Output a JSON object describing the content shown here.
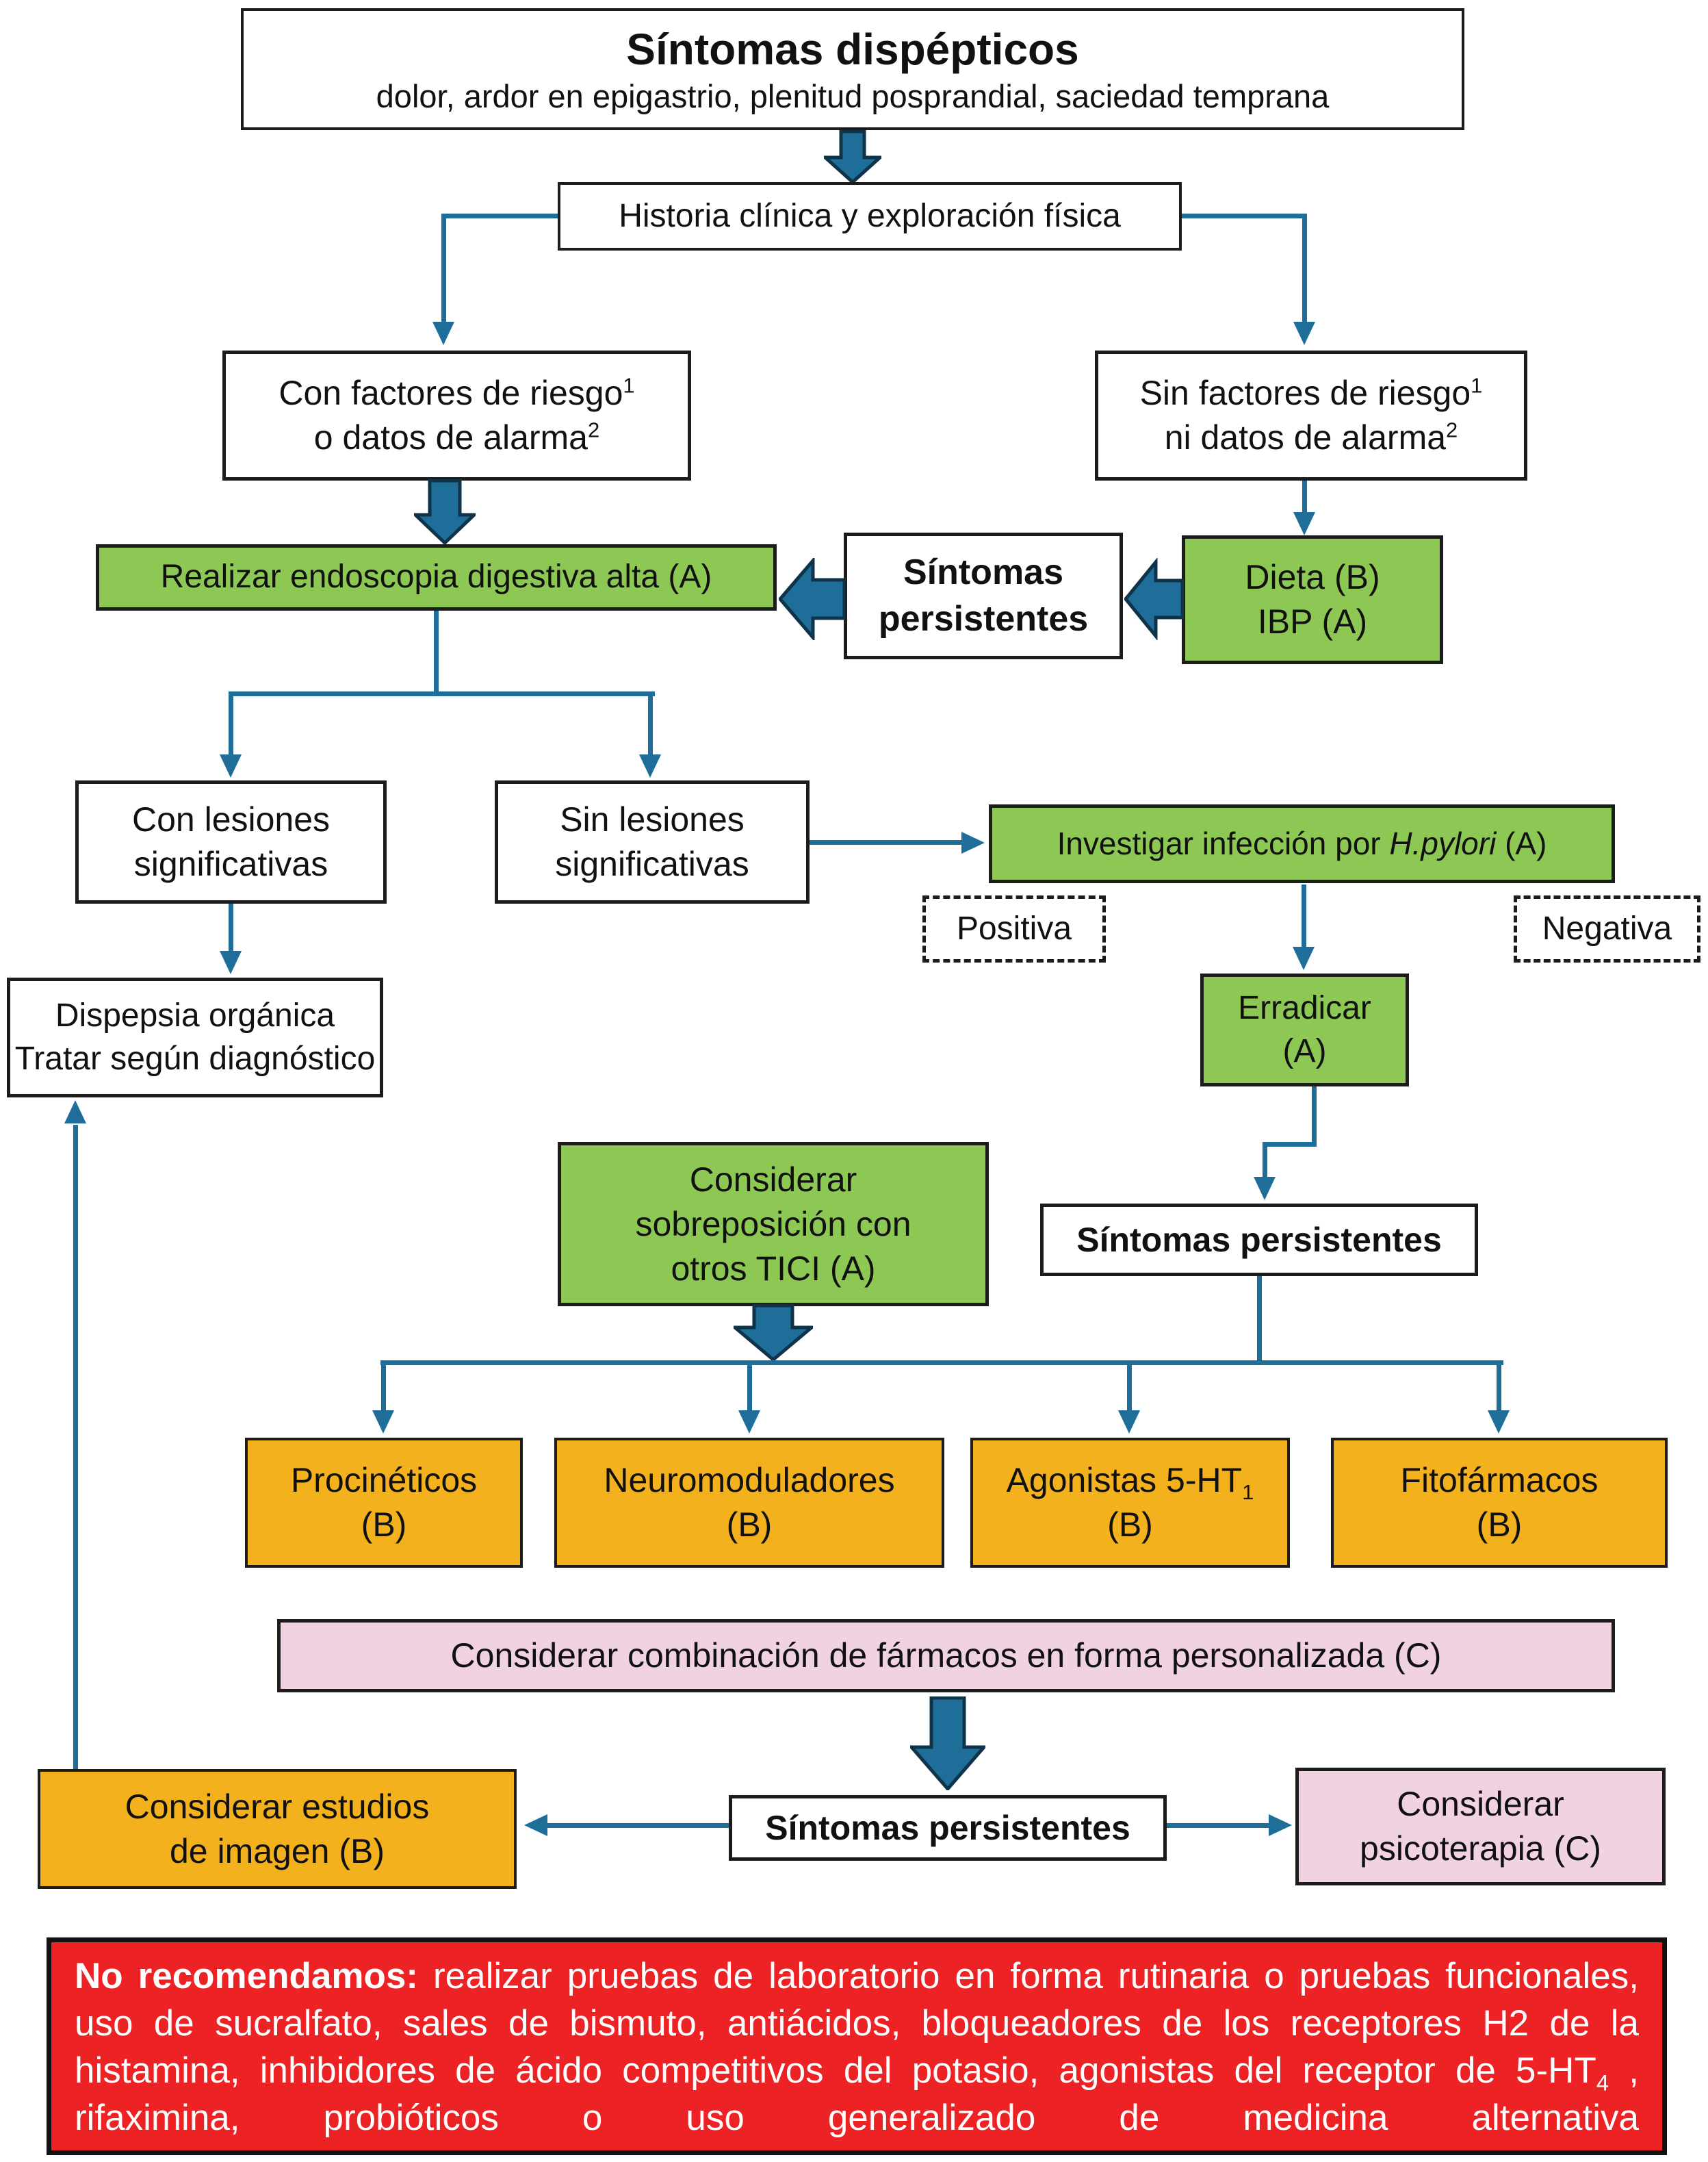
{
  "d": {
    "title": {
      "heading": "Síntomas dispépticos",
      "subtitle": "dolor, ardor en epigastrio, plenitud posprandial, saciedad temprana"
    },
    "historia": {
      "label": "Historia clínica y exploración física"
    },
    "con_factores": {
      "line1": "Con factores de riesgo",
      "sup1": "1",
      "line2": "o datos de alarma",
      "sup2": "2"
    },
    "sin_factores": {
      "line1": "Sin factores de riesgo",
      "sup1": "1",
      "line2": "ni datos de alarma",
      "sup2": "2"
    },
    "endoscopia": {
      "label": "Realizar endoscopia digestiva alta (A)"
    },
    "sintomas1": {
      "line1": "Síntomas",
      "line2": "persistentes"
    },
    "dieta": {
      "line1": "Dieta (B)",
      "line2": "IBP (A)"
    },
    "con_lesiones": {
      "line1": "Con lesiones",
      "line2": "significativas"
    },
    "sin_lesiones": {
      "line1": "Sin lesiones",
      "line2": "significativas"
    },
    "investigar": {
      "pre": "Investigar infección por ",
      "italic": "H.pylori",
      "post": " (A)"
    },
    "positiva": {
      "label": "Positiva"
    },
    "negativa": {
      "label": "Negativa"
    },
    "erradicar": {
      "line1": "Erradicar",
      "line2": "(A)"
    },
    "dispepsia": {
      "line1": "Dispepsia orgánica",
      "line2": "Tratar según diagnóstico"
    },
    "tici": {
      "line1": "Considerar",
      "line2": "sobreposición con",
      "line3": "otros TICI (A)"
    },
    "sintomas2": {
      "label": "Síntomas persistentes"
    },
    "procineticos": {
      "line1": "Procinéticos",
      "line2": "(B)"
    },
    "neuromoduladores": {
      "line1": "Neuromoduladores",
      "line2": "(B)"
    },
    "agonistas": {
      "line1_pre": "Agonistas 5-HT",
      "line1_sub": "1",
      "line2": "(B)"
    },
    "fitofarmacos": {
      "line1": "Fitofármacos",
      "line2": "(B)"
    },
    "combinacion": {
      "label": "Considerar combinación de fármacos en forma personalizada (C)"
    },
    "estudios": {
      "line1": "Considerar estudios",
      "line2": "de imagen (B)"
    },
    "sintomas3": {
      "label": "Síntomas persistentes"
    },
    "psicoterapia": {
      "line1": "Considerar",
      "line2": "psicoterapia (C)"
    },
    "aviso": {
      "bold": "No recomendamos:",
      "before_sub": " realizar pruebas de laboratorio en forma rutinaria o pruebas funcionales, uso de sucralfato, sales de bismuto, antiácidos, bloqueadores de los receptores H2 de la histamina, inhibidores de ácido competitivos del potasio, agonistas del receptor de 5-HT",
      "sub": "4",
      "after_sub": " , rifaximina, probióticos o uso generalizado de medicina alternativa"
    }
  },
  "colors": {
    "connector": "#1e6e99",
    "connector_outline": "#0f3449",
    "green": "#8dc854",
    "orange": "#f3b11d",
    "pink": "#f0d2e2",
    "red": "#ed2224",
    "border": "#1c1c1c",
    "text": "#111111",
    "alert_text": "#ffffff"
  }
}
